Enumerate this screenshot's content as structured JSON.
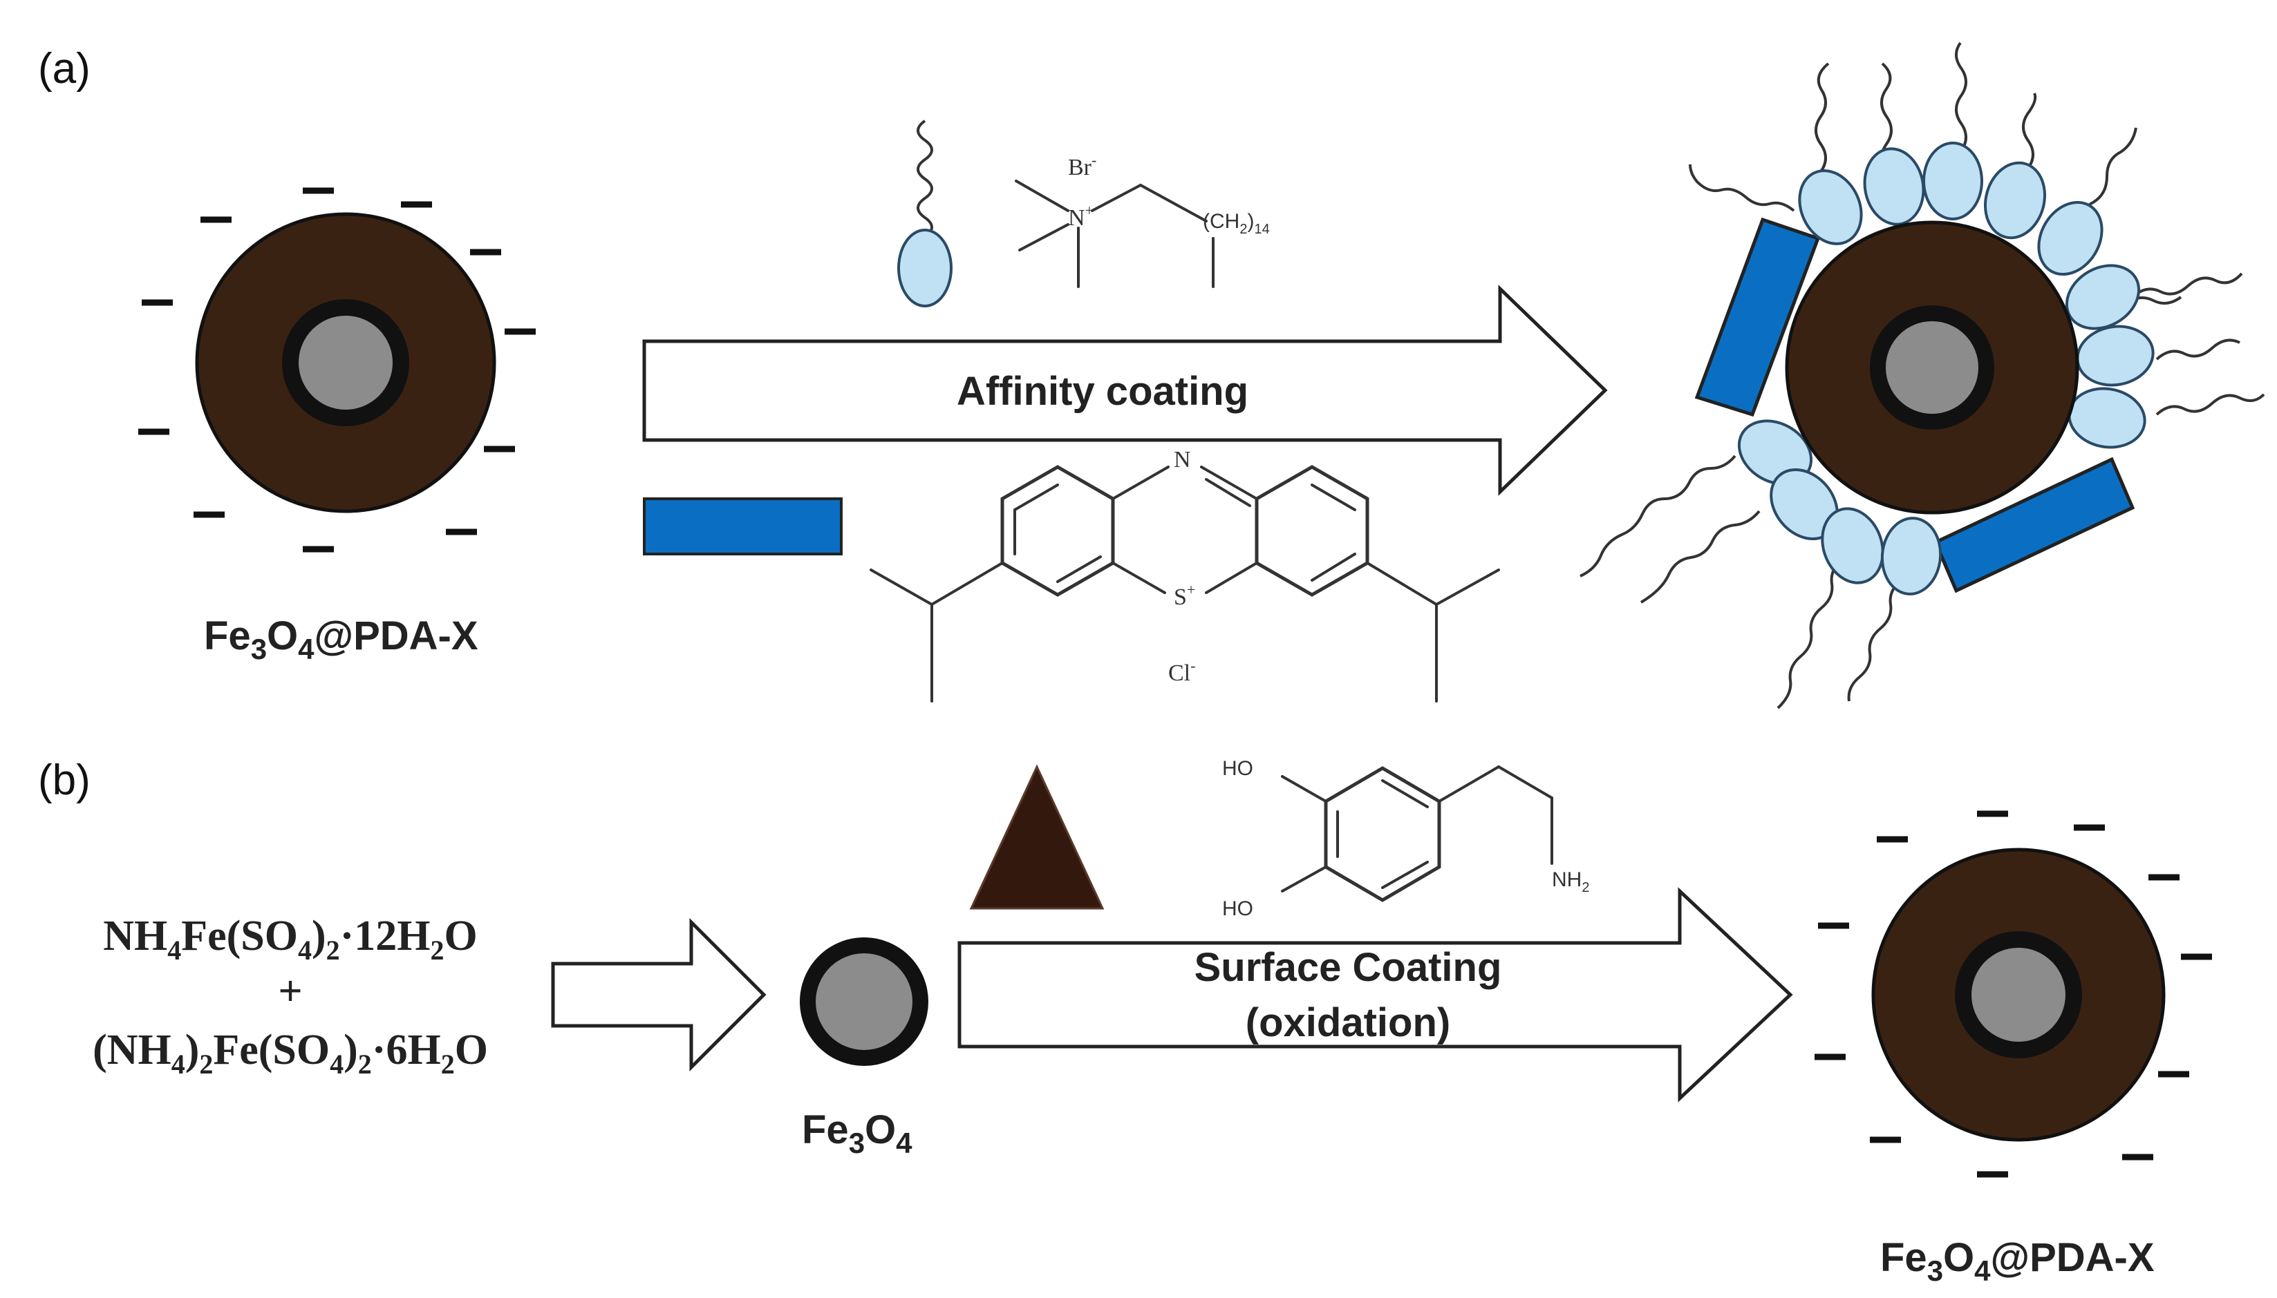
{
  "panel_a": {
    "label": "(a)",
    "particle_label": {
      "main": "Fe",
      "sub1": "3",
      "mid": "O",
      "sub2": "4",
      "rest": "@PDA-X"
    },
    "arrow_label": "Affinity coating",
    "counterion_br": "Br",
    "br_charge": "-",
    "ammonium_n": "N",
    "n_charge": "+",
    "chain_label_main": "(CH",
    "chain_label_sub": "2",
    "chain_label_close": ")",
    "chain_label_count": "14",
    "thiazine_n": "N",
    "thiazine_s": "S",
    "s_charge": "+",
    "counterion_cl": "Cl",
    "cl_charge": "-"
  },
  "panel_b": {
    "label": "(b)",
    "reactant1": {
      "p1": "NH",
      "s1": "4",
      "p2": "Fe(SO",
      "s2": "4",
      "p3": ")",
      "s3": "2",
      "p4": "·12H",
      "s4": "2",
      "p5": "O"
    },
    "plus": "+",
    "reactant2": {
      "p1": "(NH",
      "s1": "4",
      "p2": ")",
      "s2": "2",
      "p3": "Fe(SO",
      "s3": "4",
      "p4": ")",
      "s4": "2",
      "p5": "·6H",
      "s5": "2",
      "p6": "O"
    },
    "core_label": {
      "main": "Fe",
      "sub1": "3",
      "mid": "O",
      "sub2": "4"
    },
    "arrow_label_line1": "Surface Coating",
    "arrow_label_line2": "(oxidation)",
    "dopamine_ho1": "HO",
    "dopamine_ho2": "HO",
    "dopamine_nh": "NH",
    "dopamine_nh_sub": "2",
    "product_label": {
      "main": "Fe",
      "sub1": "3",
      "mid": "O",
      "sub2": "4",
      "rest": "@PDA-X"
    }
  },
  "colors": {
    "pda_shell": "#3a2213",
    "core_gray": "#8c8c8c",
    "dark_ring": "#111111",
    "ellipse_fill": "#bfe1f3",
    "rect_blue": "#0a6fc2",
    "triangle": "#33190d"
  }
}
